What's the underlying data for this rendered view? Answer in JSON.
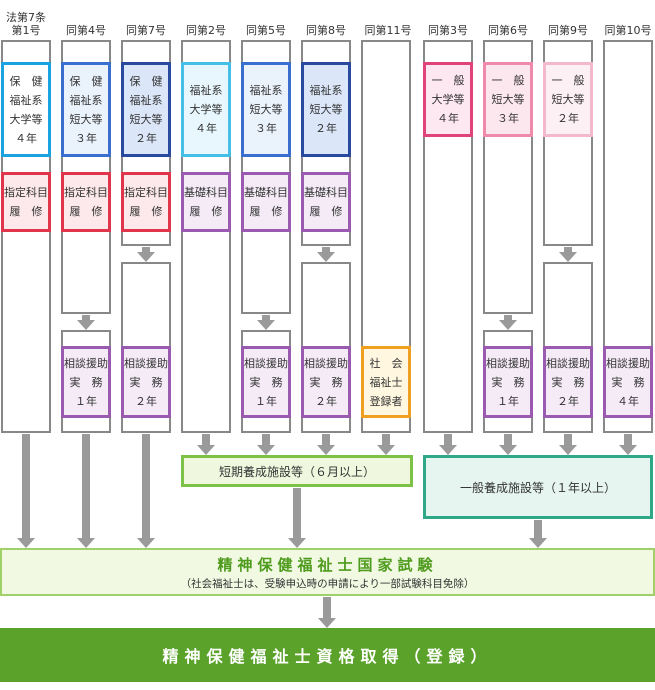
{
  "columns": [
    {
      "header": "法第7条\n第1号"
    },
    {
      "header": "同第4号"
    },
    {
      "header": "同第7号"
    },
    {
      "header": "同第2号"
    },
    {
      "header": "同第5号"
    },
    {
      "header": "同第8号"
    },
    {
      "header": "同第11号"
    },
    {
      "header": "同第3号"
    },
    {
      "header": "同第6号"
    },
    {
      "header": "同第9号"
    },
    {
      "header": "同第10号"
    }
  ],
  "school_boxes": [
    {
      "text": "保　健\n福祉系\n大学等\n４年",
      "color": "#1aa3e0"
    },
    {
      "text": "保　健\n福祉系\n短大等\n３年",
      "color": "#3a6fd0"
    },
    {
      "text": "保　健\n福祉系\n短大等\n２年",
      "color": "#2a4aa0"
    },
    {
      "text": "福祉系\n大学等\n４年",
      "color": "#46bfe6"
    },
    {
      "text": "福祉系\n短大等\n３年",
      "color": "#3a6fd0"
    },
    {
      "text": "福祉系\n短大等\n２年",
      "color": "#2a4aa0"
    },
    {
      "text": "一　般\n大学等\n４年",
      "color": "#e0427a"
    },
    {
      "text": "一　般\n短大等\n３年",
      "color": "#f08aaa"
    },
    {
      "text": "一　般\n短大等\n２年",
      "color": "#f2b8cc"
    }
  ],
  "course_boxes": [
    {
      "text": "指定科目\n履　修",
      "color": "#e0364c"
    },
    {
      "text": "基礎科目\n履　修",
      "color": "#9a5ab0"
    }
  ],
  "practice_boxes": [
    {
      "text": "相談援助\n実　務\n１年"
    },
    {
      "text": "相談援助\n実　務\n２年"
    },
    {
      "text": "相談援助\n実　務\n４年"
    }
  ],
  "social_worker_box": {
    "text": "社　会\n福祉士\n登録者",
    "color": "#f0a020"
  },
  "facility_short": {
    "label": "短期養成施設等（６月以上）",
    "color": "#7cc246"
  },
  "facility_general": {
    "label": "一般養成施設等（１年以上）",
    "color": "#2fa887"
  },
  "exam": {
    "title": "精神保健福祉士国家試験",
    "note": "（社会福祉士は、受験申込時の申請により一部試験科目免除）"
  },
  "registration": {
    "label": "精神保健福祉士資格取得（登録）",
    "color": "#5aa22a"
  }
}
